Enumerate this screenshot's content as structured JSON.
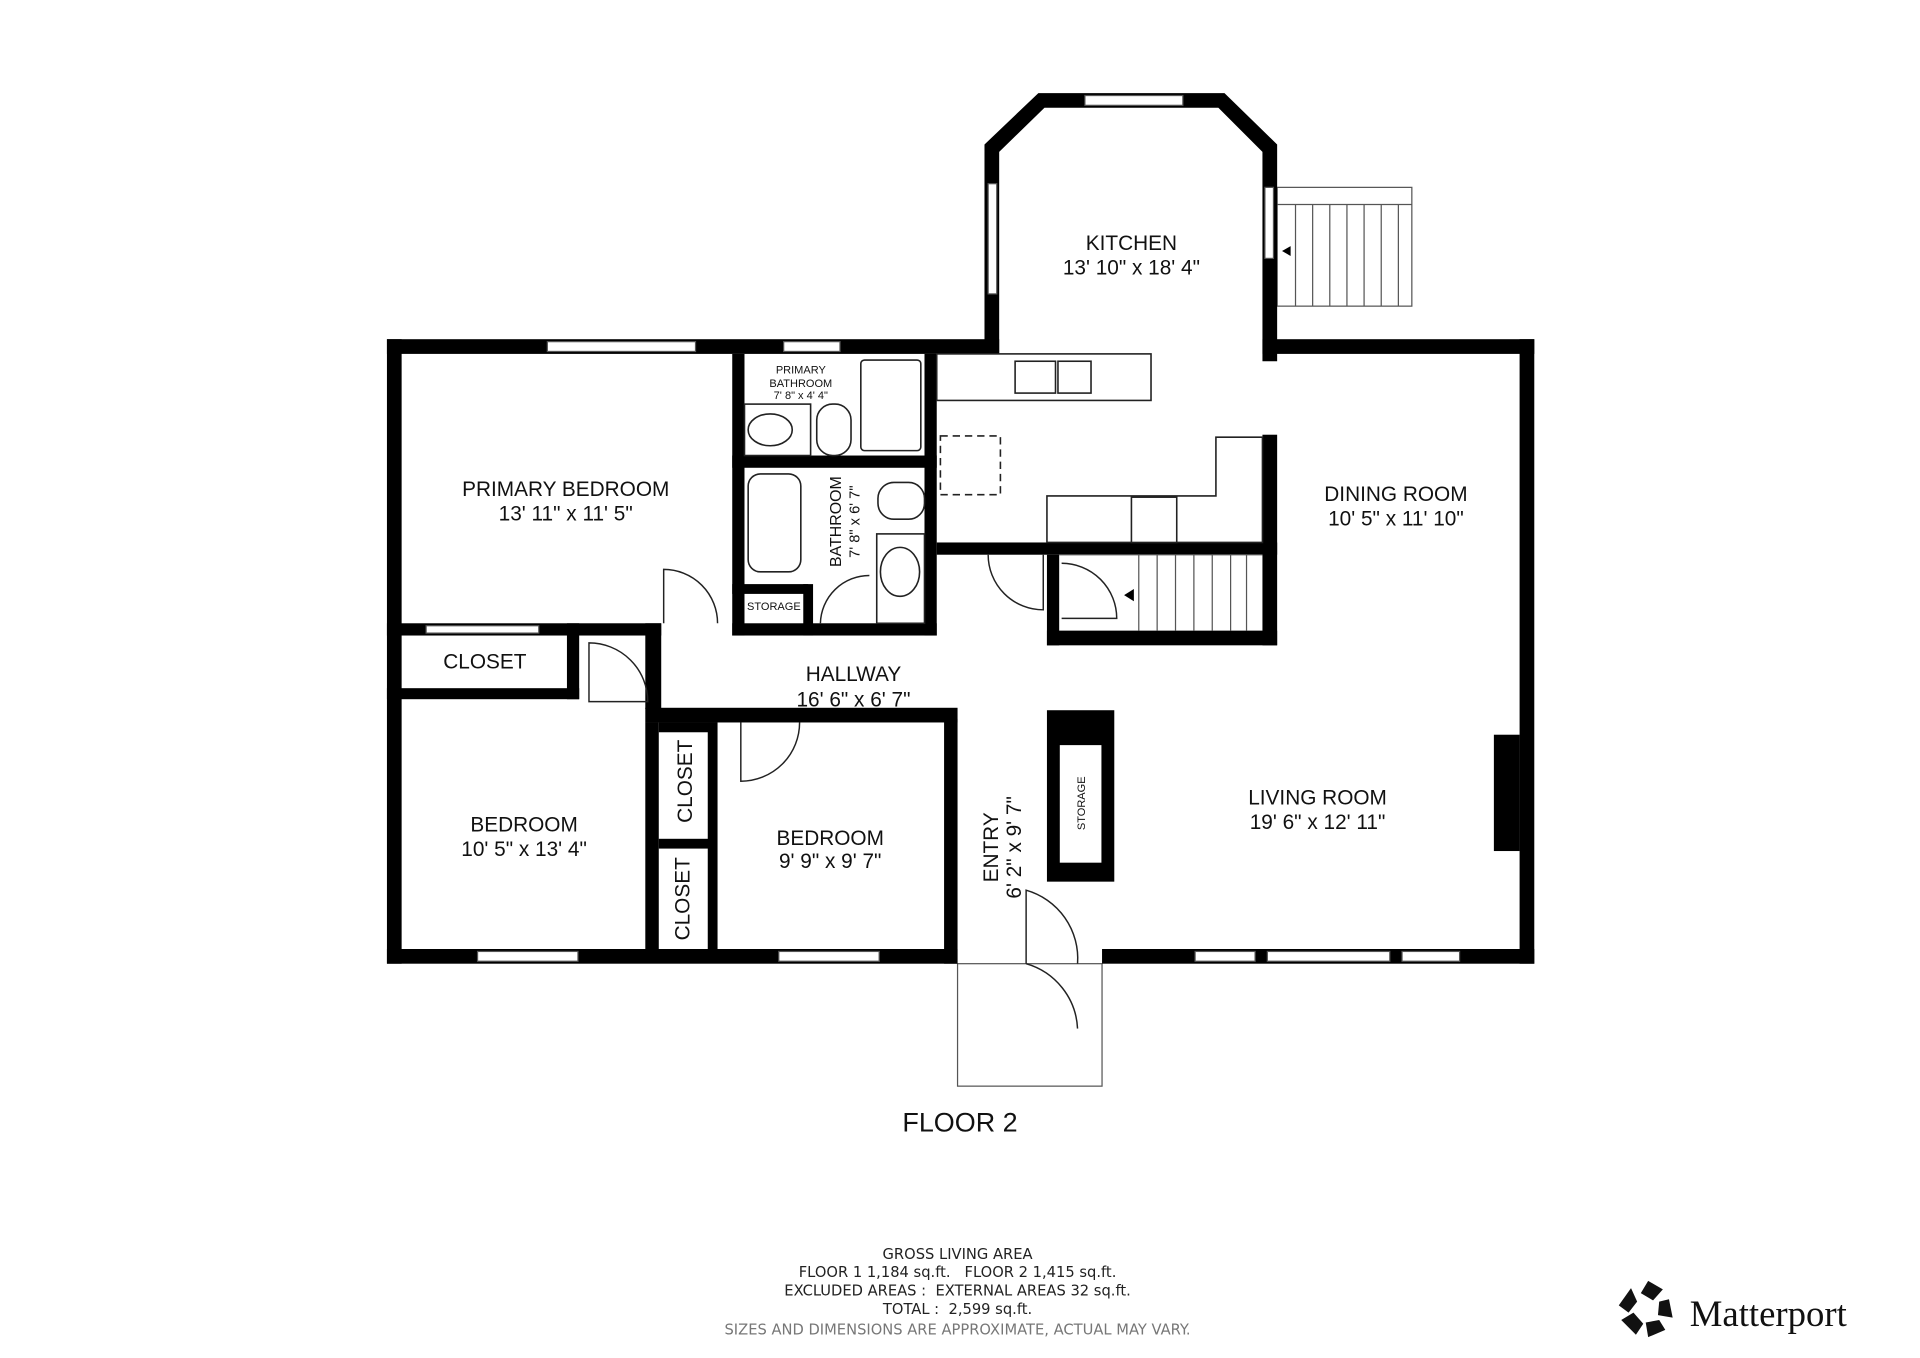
{
  "floor_title": "FLOOR 2",
  "rooms": {
    "kitchen": {
      "name": "KITCHEN",
      "dims": "13' 10\" x 18' 4\""
    },
    "primary_bedroom": {
      "name": "PRIMARY BEDROOM",
      "dims": "13' 11\" x 11' 5\""
    },
    "primary_bathroom": {
      "name1": "PRIMARY",
      "name2": "BATHROOM",
      "dims": "7' 8\" x 4' 4\""
    },
    "bathroom": {
      "name": "BATHROOM",
      "dims": "7' 8\" x 6' 7\""
    },
    "storage_bath": {
      "name": "STORAGE"
    },
    "dining_room": {
      "name": "DINING ROOM",
      "dims": "10' 5\" x 11' 10\""
    },
    "closet_primary": {
      "name": "CLOSET"
    },
    "hallway": {
      "name": "HALLWAY",
      "dims": "16' 6\" x 6' 7\""
    },
    "closet_a": {
      "name": "CLOSET"
    },
    "closet_b": {
      "name": "CLOSET"
    },
    "bedroom_1": {
      "name": "BEDROOM",
      "dims": "10' 5\" x 13' 4\""
    },
    "bedroom_2": {
      "name": "BEDROOM",
      "dims": "9' 9\" x 9' 7\""
    },
    "entry": {
      "name": "ENTRY",
      "dims": "6' 2\" x 9' 7\""
    },
    "storage_entry": {
      "name": "STORAGE"
    },
    "living_room": {
      "name": "LIVING ROOM",
      "dims": "19' 6\" x 12' 11\""
    }
  },
  "summary": {
    "heading": "GROSS LIVING AREA",
    "floors": "FLOOR 1 1,184 sq.ft.   FLOOR 2 1,415 sq.ft.",
    "excluded": "EXCLUDED AREAS :  EXTERNAL AREAS 32 sq.ft.",
    "total": "TOTAL :  2,599 sq.ft.",
    "disclaimer": "SIZES AND DIMENSIONS ARE APPROXIMATE, ACTUAL MAY VARY."
  },
  "brand": {
    "name": "Matterport"
  }
}
